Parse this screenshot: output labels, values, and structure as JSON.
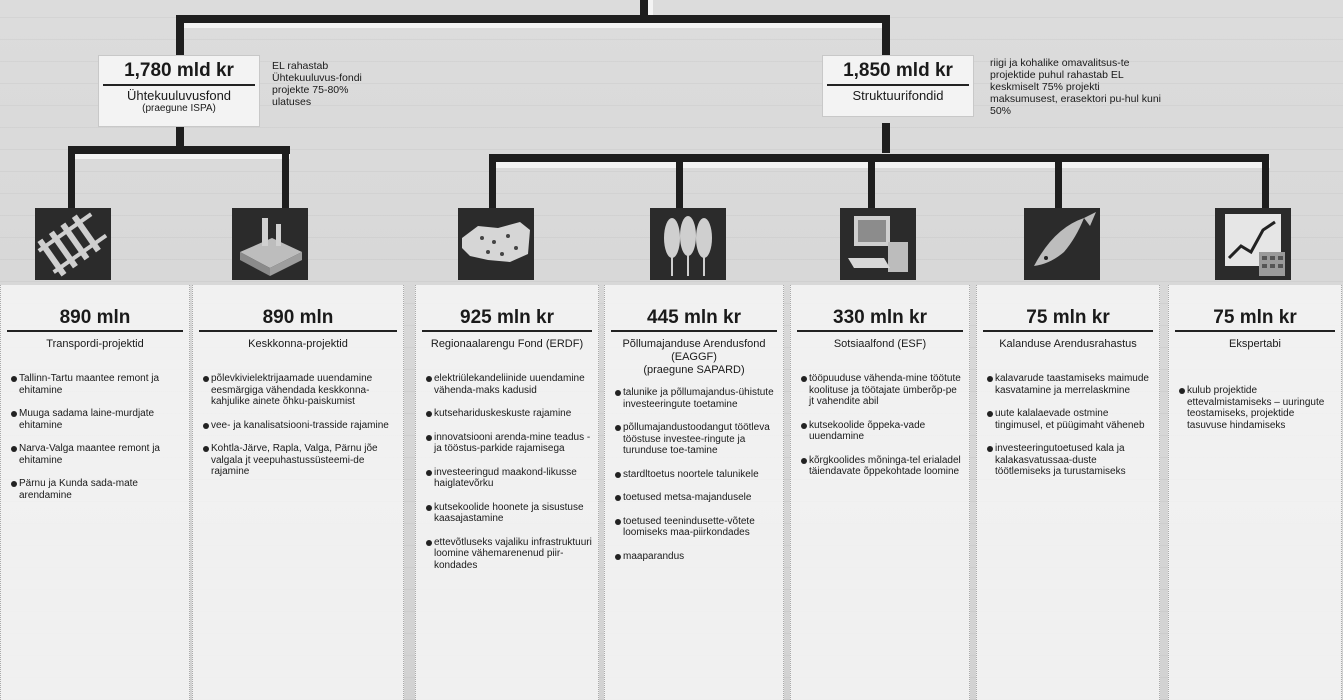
{
  "structural_fund_box": {
    "amount": "1,850 mld kr",
    "name": "Struktuurifondid",
    "note": "riigi ja kohalike omavalitsus-te projektide puhul rahastab EL keskmiselt 75% projekti maksumusest, erasektori pu-hul kuni 50%"
  },
  "cohesion_fund_box": {
    "amount": "1,780 mld kr",
    "name": "Ühtekuuluvusfond",
    "sub": "(praegune ISPA)",
    "note": "EL rahastab Ühtekuuluvus-fondi projekte 75-80% ulatuses"
  },
  "columns": [
    {
      "amount": "890 mln",
      "name": "Transpordi-projektid",
      "icon": "railway-track-icon",
      "items": [
        "Tallinn-Tartu maantee remont ja ehitamine",
        "Muuga sadama laine-murdjate ehitamine",
        "Narva-Valga maantee remont ja ehitamine",
        "Pärnu ja Kunda sada-mate arendamine"
      ]
    },
    {
      "amount": "890 mln",
      "name": "Keskkonna-projektid",
      "icon": "factory-icon",
      "items": [
        "põlevkivielektrijaamade uuendamine eesmärgiga vähendada keskkonna-kahjulike ainete õhku-paiskumist",
        "vee- ja kanalisatsiooni-trasside rajamine",
        "Kohtla-Järve, Rapla, Valga, Pärnu jõe valgala jt veepuhastussüsteemi-de rajamine"
      ]
    },
    {
      "amount": "925 mln kr",
      "name": "Regionaalarengu Fond (ERDF)",
      "icon": "estonia-map-icon",
      "items": [
        "elektriülekandeliinide uuendamine vähenda-maks kadusid",
        "kutsehariduskeskuste rajamine",
        "innovatsiooni arenda-mine teadus - ja töös­tus-parkide rajamisega",
        "investeeringud maakond-likusse haiglatevõrku",
        "kutsekoolide hoonete ja sisustuse kaasajastamine",
        "ettevõtluseks vajaliku infrastruktuuri loomine vähemarenenud piir-kondades"
      ]
    },
    {
      "amount": "445 mln kr",
      "name": "Põllumajanduse Arendusfond (EAGGF)",
      "sub": "(praegune SAPARD)",
      "icon": "wheat-icon",
      "items": [
        "talunike ja põllumajandus-ühistute investeeringute toetamine",
        "põllumajandustoodangut töötleva tööstuse investee-ringute ja turunduse toe-tamine",
        "stardltoetus noortele talunikele",
        "toetused metsa-majandusele",
        "toetused teenindusette-võtete loomiseks maa-piirkondades",
        "maaparandus"
      ]
    },
    {
      "amount": "330 mln kr",
      "name": "Sotsiaalfond (ESF)",
      "icon": "computer-icon",
      "items": [
        "tööpuuduse vähenda-mine töötute koolituse ja töötajate ümberõp-pe jt vahendite abil",
        "kutsekoolide õppeka-vade uuendamine",
        "kõrgkoolides mõninga-tel erialadel täiendavate õppekohtade loomine"
      ]
    },
    {
      "amount": "75 mln kr",
      "name": "Kalanduse Arendusrahastus",
      "icon": "fish-icon",
      "items": [
        "kalavarude taastamiseks maimude kasvatamine ja merrelaskmine",
        "uute kalalaevade ostmine tingimusel, et püügimaht väheneb",
        "investeeringutoetused kala ja kalakasvatussaa-duste töötlemiseks ja turustamiseks"
      ]
    },
    {
      "amount": "75 mln kr",
      "name": "Ekspertabi",
      "icon": "chart-calculator-icon",
      "items": [
        "kulub projektide ettevalmistamiseks – uuringute teostamiseks, projektide tasuvuse hindamiseks"
      ]
    }
  ]
}
